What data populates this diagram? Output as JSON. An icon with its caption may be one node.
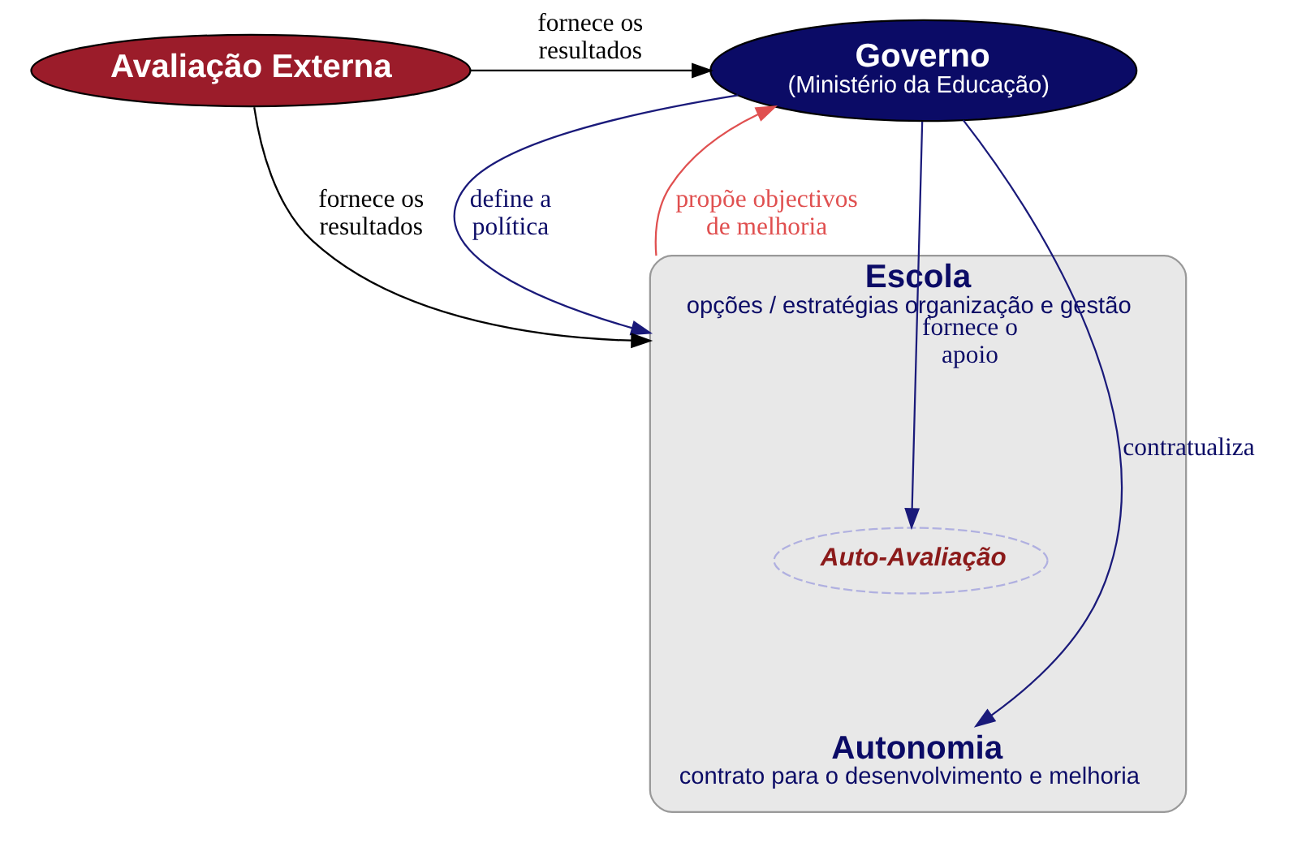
{
  "diagram": {
    "nodes": [
      {
        "text": [
          "Governo",
          "(Ministério da Educação)"
        ]
      },
      {
        "text": [
          "Avaliação Externa"
        ]
      },
      {
        "text": [
          "Escola",
          "opções / estratégias organização e gestão"
        ]
      },
      {
        "text": [
          "Auto-Avaliação"
        ],
        "in": 2
      },
      {
        "text": [
          "Autonomia",
          "contrato para o desenvolvimento e melhoria"
        ],
        "in": 2
      }
    ],
    "edges": [
      {
        "from": 1,
        "to": 0,
        "arrow": "to",
        "label": "fornece os resultados",
        "color": "#000000"
      },
      {
        "from": 0,
        "to": 2,
        "arrow": "to",
        "label": "define a política"
      },
      {
        "from": 1,
        "to": 2,
        "arrow": "to",
        "label": "fornece os resultados",
        "color": "#000000"
      },
      {
        "from": 0,
        "to": 3,
        "arrow": "to",
        "label": "fornece o apoio"
      },
      {
        "from": 2,
        "to": 0,
        "arrow": "to",
        "label": "propõe objectivos de melhoria",
        "color": "#e05050"
      },
      {
        "from": 0,
        "to": 4,
        "arrow": "to",
        "label": "contratualiza"
      }
    ]
  }
}
